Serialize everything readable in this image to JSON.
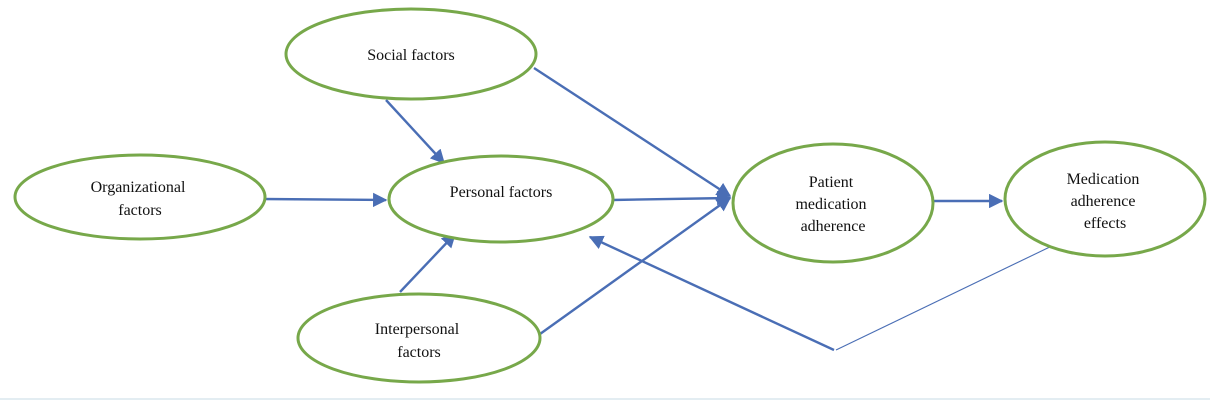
{
  "diagram": {
    "colors": {
      "node_stroke": "#77a84a",
      "edge": "#4a6eb5",
      "text": "#111111"
    },
    "nodes": {
      "social": {
        "label": [
          "Social factors"
        ]
      },
      "organizational": {
        "label": [
          "Organizational",
          "factors"
        ]
      },
      "personal": {
        "label": [
          "Personal factors"
        ]
      },
      "interpersonal": {
        "label": [
          "Interpersonal",
          "factors"
        ]
      },
      "adherence": {
        "label": [
          "Patient",
          "medication",
          "adherence"
        ]
      },
      "effects": {
        "label": [
          "Medication",
          "adherence",
          "effects"
        ]
      }
    },
    "edges": [
      {
        "from": "social",
        "to": "personal"
      },
      {
        "from": "social",
        "to": "adherence"
      },
      {
        "from": "organizational",
        "to": "personal"
      },
      {
        "from": "interpersonal",
        "to": "personal"
      },
      {
        "from": "interpersonal",
        "to": "adherence"
      },
      {
        "from": "personal",
        "to": "adherence"
      },
      {
        "from": "adherence",
        "to": "effects"
      },
      {
        "from": "effects",
        "to": "personal",
        "style": "feedback"
      }
    ]
  }
}
